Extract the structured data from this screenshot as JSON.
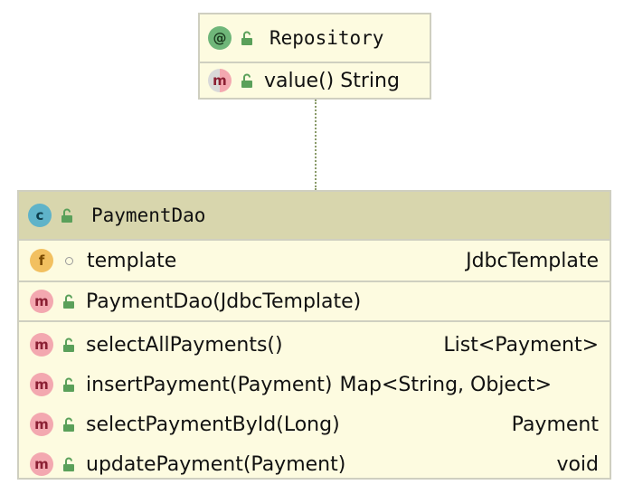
{
  "annotation": {
    "badge": "@",
    "name": "Repository",
    "members": [
      {
        "badge": "m",
        "text": "value() String"
      }
    ]
  },
  "class": {
    "badge": "c",
    "name": "PaymentDao",
    "field": {
      "badge": "f",
      "name": "template",
      "type": "JdbcTemplate"
    },
    "constructor": {
      "badge": "m",
      "name": "PaymentDao(JdbcTemplate)"
    },
    "methods": [
      {
        "badge": "m",
        "name": "selectAllPayments()",
        "type": "List<Payment>"
      },
      {
        "badge": "m",
        "name": "insertPayment(Payment)",
        "type": "Map<String, Object>"
      },
      {
        "badge": "m",
        "name": "selectPaymentById(Long)",
        "type": "Payment"
      },
      {
        "badge": "m",
        "name": "updatePayment(Payment)",
        "type": "void"
      }
    ]
  },
  "colors": {
    "box_fill": "#fdfbe0",
    "header_fill": "#d8d6ad",
    "border": "#cfcfc0",
    "connector": "#8a9b6a"
  },
  "icons": {
    "public": "lock-open-icon",
    "package_private": "circle-icon"
  }
}
